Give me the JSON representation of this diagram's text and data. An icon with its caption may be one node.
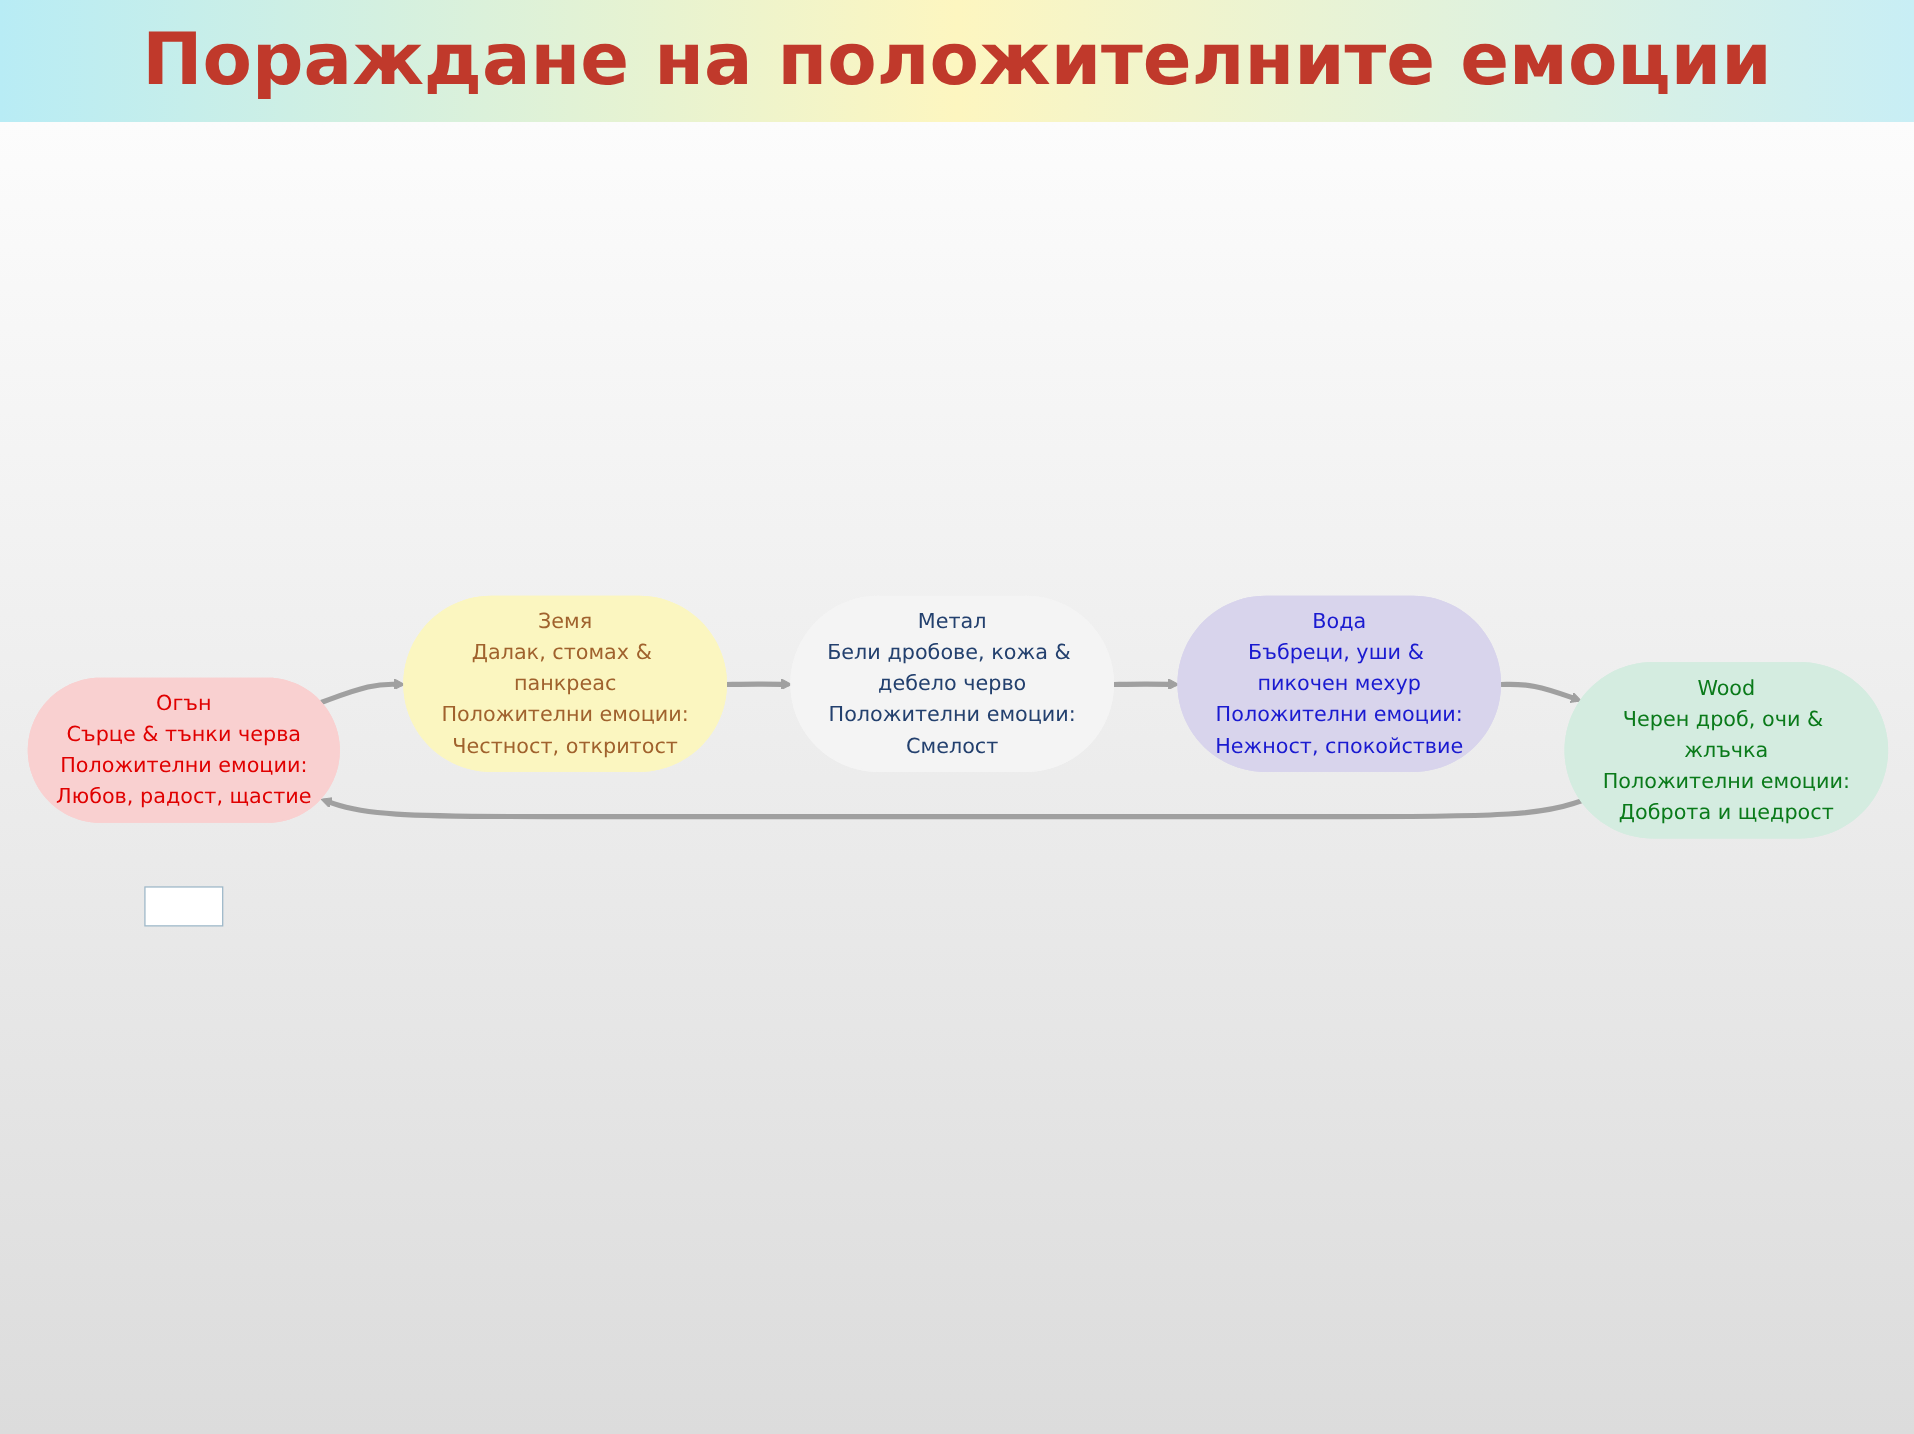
{
  "diagram": {
    "title": "Пораждане на положителните емоции",
    "nodes": [
      {
        "text": [
          "Огън",
          "Сърце & тънки черва",
          "Положителни емоции:",
          "Любов, радост, щастие"
        ]
      },
      {
        "text": [
          "Земя",
          "Далак, стомах & панкреас",
          "Положителни емоции:",
          "Честност, откритост"
        ]
      },
      {
        "text": [
          "Wood",
          "Черен дроб, очи & жлъчка",
          "Положителни емоции:",
          "Доброта и щедрост"
        ]
      },
      {
        "text": [],
        "shape": "box"
      },
      {
        "text": [
          "Вода",
          "Бъбреци, уши & пикочен мехур",
          "Положителни емоции:",
          "Нежност, спокойствие"
        ]
      },
      {
        "text": [
          "Метал",
          "Бели дробове, кожа & дебело черво",
          "Положителни емоции:",
          "Смелост"
        ]
      }
    ],
    "edges": [
      {
        "from": 2,
        "to": 0,
        "arrow": "to"
      },
      {
        "from": 0,
        "to": 1,
        "arrow": "to"
      },
      {
        "from": 1,
        "to": 5,
        "arrow": "to"
      },
      {
        "from": 5,
        "to": 4,
        "arrow": "to"
      },
      {
        "from": 4,
        "to": 2,
        "arrow": "to"
      }
    ]
  }
}
